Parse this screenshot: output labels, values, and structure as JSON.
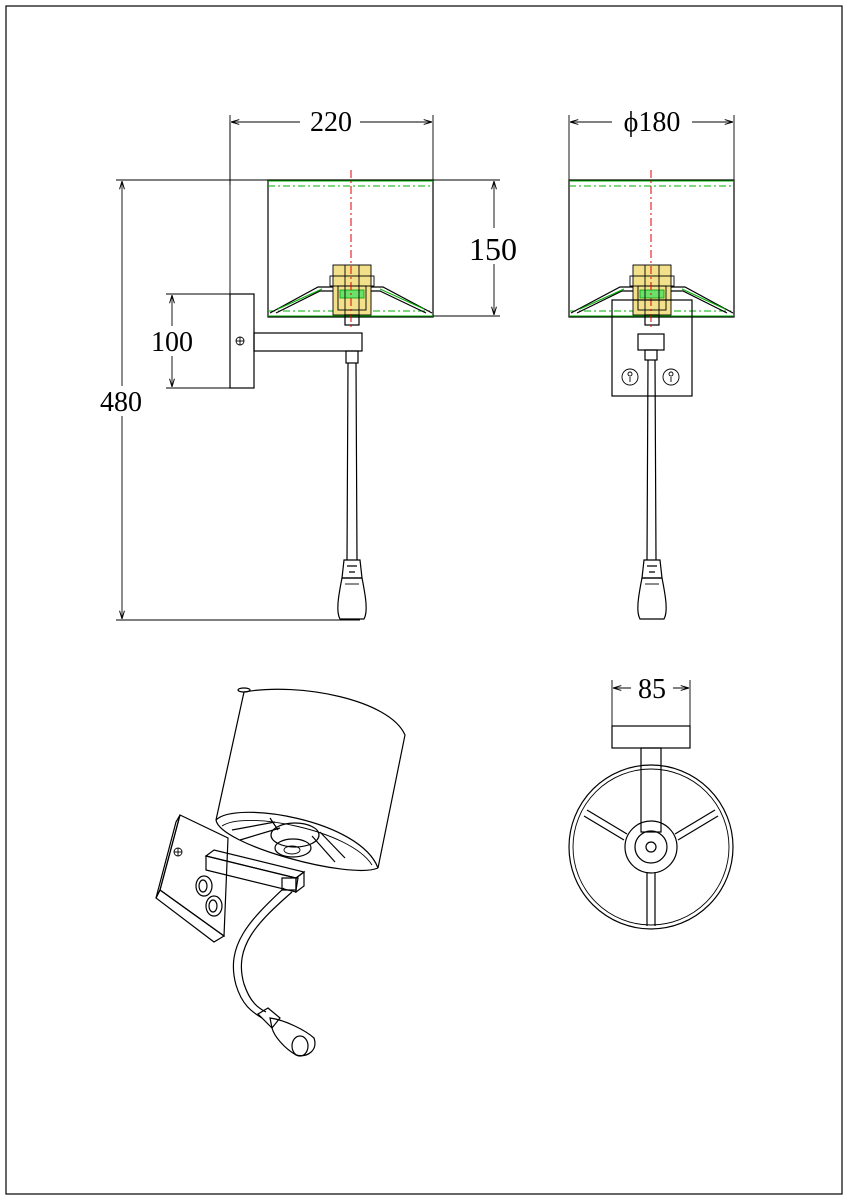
{
  "colors": {
    "line": "#000000",
    "shade_guide": "#00b000",
    "center_axis": "#e00000",
    "lamp_holder": "#f3e08a"
  },
  "dimensions": {
    "front_view": {
      "shade_width": "220",
      "shade_height": "150",
      "backplate_height": "100",
      "total_height": "480"
    },
    "side_view": {
      "shade_diameter": "ϕ180"
    },
    "top_view": {
      "backplate_width": "85"
    }
  }
}
